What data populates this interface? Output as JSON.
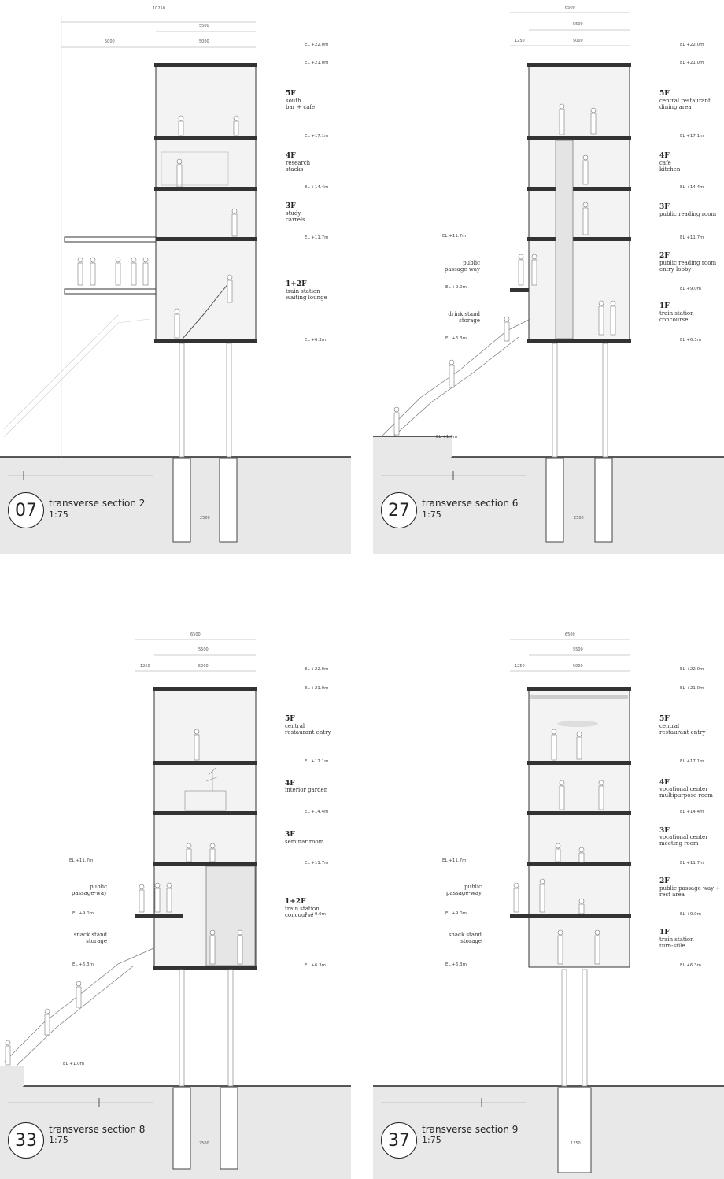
{
  "panels": [
    {
      "number": "07",
      "title": "transverse section 2",
      "scale": "1:75",
      "dims": {
        "top": "10250",
        "mid": "5500",
        "left": "5000",
        "right": "5000",
        "pile": "2500"
      },
      "levels": [
        {
          "num": "5F",
          "label": "south\nbar + cafe"
        },
        {
          "num": "4F",
          "label": "research\nstacks"
        },
        {
          "num": "3F",
          "label": "study\ncarrels"
        },
        {
          "num": "1+2F",
          "label": "train station\nwaiting lounge"
        }
      ],
      "elevations": [
        "EL +22.0m",
        "EL +21.0m",
        "EL +17.1m",
        "EL +14.4m",
        "EL +11.7m",
        "EL +6.3m"
      ],
      "side": []
    },
    {
      "number": "27",
      "title": "transverse section 6",
      "scale": "1:75",
      "dims": {
        "top": "6500",
        "mid": "5500",
        "left": "1250",
        "right": "5000",
        "pile": "2500"
      },
      "levels": [
        {
          "num": "5F",
          "label": "central restaurant\ndining area"
        },
        {
          "num": "4F",
          "label": "cafe\nkitchen"
        },
        {
          "num": "3F",
          "label": "public reading room"
        },
        {
          "num": "2F",
          "label": "public reading room\nentry lobby"
        },
        {
          "num": "1F",
          "label": "train station\nconcourse"
        }
      ],
      "elevations": [
        "EL +22.0m",
        "EL +21.0m",
        "EL +17.1m",
        "EL +14.4m",
        "EL +11.7m",
        "EL +9.0m",
        "EL +6.3m"
      ],
      "side": [
        {
          "label": "public\npassage-way"
        },
        {
          "label": "drink stand\nstorage"
        }
      ],
      "left_els": [
        "EL +11.7m",
        "EL +9.0m",
        "EL +6.3m",
        "EL +1.0m"
      ]
    },
    {
      "number": "33",
      "title": "transverse section 8",
      "scale": "1:75",
      "dims": {
        "top": "6500",
        "mid": "5500",
        "left": "1250",
        "right": "5000",
        "pile": "2500"
      },
      "levels": [
        {
          "num": "5F",
          "label": "central\nrestaurant entry"
        },
        {
          "num": "4F",
          "label": "interior garden"
        },
        {
          "num": "3F",
          "label": "seminar room"
        },
        {
          "num": "1+2F",
          "label": "train station\nconcourse"
        }
      ],
      "elevations": [
        "EL +22.0m",
        "EL +21.0m",
        "EL +17.1m",
        "EL +14.4m",
        "EL +11.7m",
        "EL +9.0m",
        "EL +6.3m"
      ],
      "side": [
        {
          "label": "public\npassage-way"
        },
        {
          "label": "snack stand\nstorage"
        }
      ],
      "left_els": [
        "EL +11.7m",
        "EL +9.0m",
        "EL +6.3m",
        "EL +1.0m"
      ]
    },
    {
      "number": "37",
      "title": "transverse section 9",
      "scale": "1:75",
      "dims": {
        "top": "6500",
        "mid": "5500",
        "left": "1250",
        "right": "5000",
        "pile": "1250"
      },
      "levels": [
        {
          "num": "5F",
          "label": "central\nrestaurant entry"
        },
        {
          "num": "4F",
          "label": "vocational center\nmultipurpose room"
        },
        {
          "num": "3F",
          "label": "vocational center\nmeeting room"
        },
        {
          "num": "2F",
          "label": "public passage way +\nrest area"
        },
        {
          "num": "1F",
          "label": "train station\nturn-stile"
        }
      ],
      "elevations": [
        "EL +22.0m",
        "EL +21.0m",
        "EL +17.1m",
        "EL +14.4m",
        "EL +11.7m",
        "EL +9.0m",
        "EL +6.3m"
      ],
      "side": [
        {
          "label": "public\npassage-way"
        },
        {
          "label": "snack stand\nstorage"
        }
      ],
      "left_els": [
        "EL +11.7m",
        "EL +9.0m",
        "EL +6.3m"
      ]
    }
  ]
}
